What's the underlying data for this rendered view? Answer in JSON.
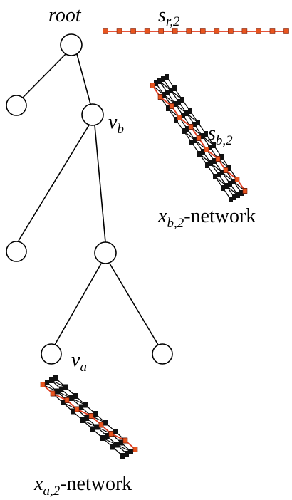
{
  "labels": {
    "root": "root",
    "s_r2_main": "s",
    "s_r2_sub": "r,2",
    "v_b_main": "v",
    "v_b_sub": "b",
    "s_b2_main": "s",
    "s_b2_sub": "b,2",
    "x_b2_main": "x",
    "x_b2_sub": "b,2",
    "x_b2_suffix": "-network",
    "v_a_main": "v",
    "v_a_sub": "a",
    "x_a2_main": "x",
    "x_a2_sub": "a,2",
    "x_a2_suffix": "-network"
  },
  "colors": {
    "highlight": "#e8541e",
    "line": "#000000",
    "node_fill": "#ffffff"
  }
}
